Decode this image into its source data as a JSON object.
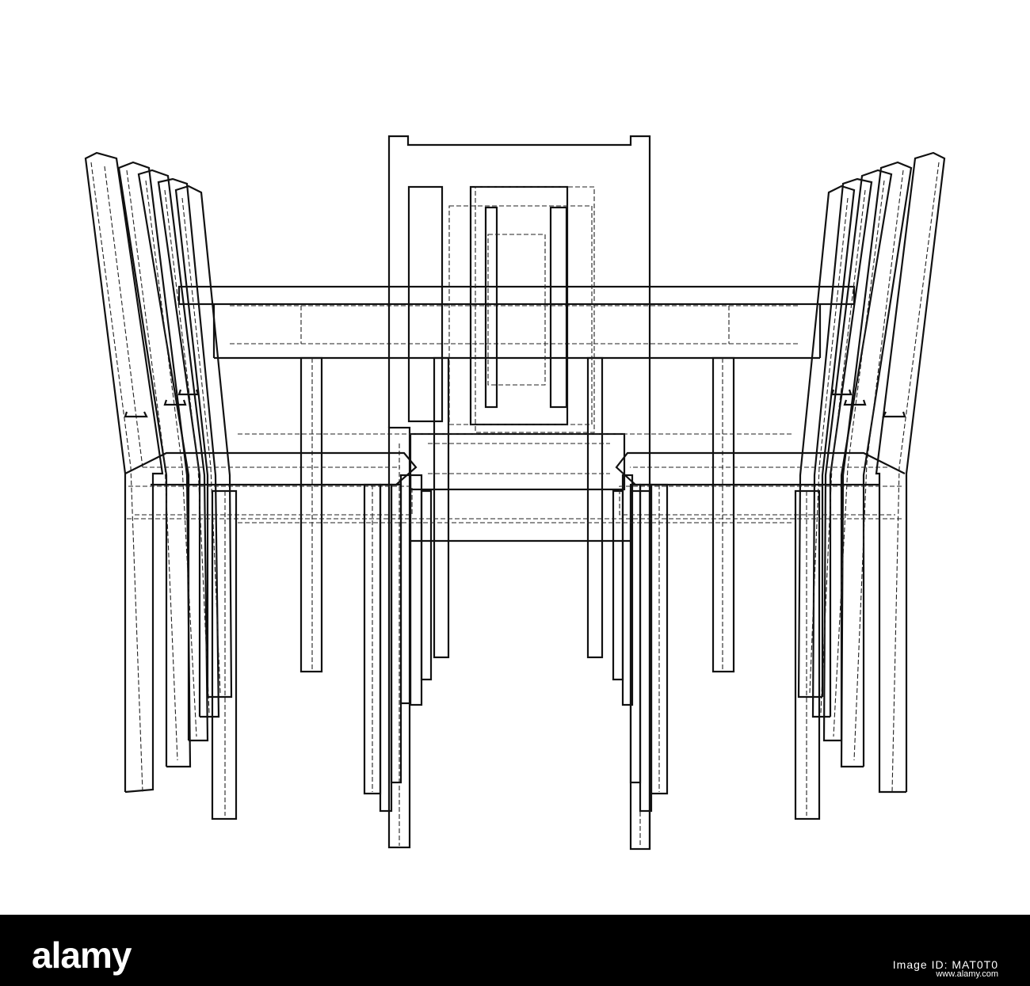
{
  "image": {
    "subject": "dining-table-with-six-chairs-wireframe",
    "line_color": "#111111",
    "background_color": "#ffffff"
  },
  "footer": {
    "background_color": "#000000",
    "text_color": "#ffffff",
    "brand": "alamy",
    "brand_reg": "®",
    "image_id_label": "Image ID: MAT0T0",
    "site": "www.alamy.com"
  }
}
